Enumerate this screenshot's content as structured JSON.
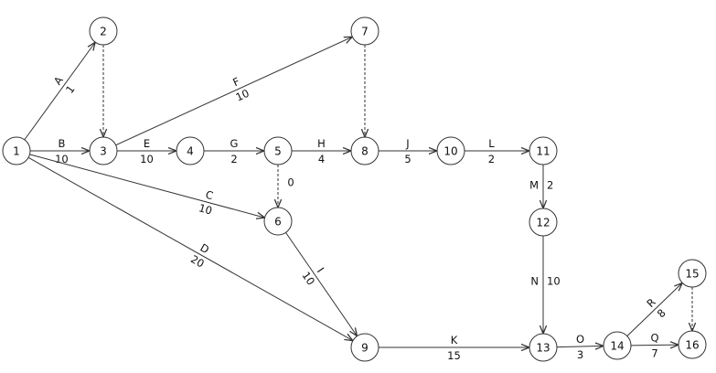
{
  "nodes": [
    {
      "id": "1",
      "label": "1"
    },
    {
      "id": "2",
      "label": "2"
    },
    {
      "id": "3",
      "label": "3"
    },
    {
      "id": "4",
      "label": "4"
    },
    {
      "id": "5",
      "label": "5"
    },
    {
      "id": "6",
      "label": "6"
    },
    {
      "id": "7",
      "label": "7"
    },
    {
      "id": "8",
      "label": "8"
    },
    {
      "id": "9",
      "label": "9"
    },
    {
      "id": "10",
      "label": "10"
    },
    {
      "id": "11",
      "label": "11"
    },
    {
      "id": "12",
      "label": "12"
    },
    {
      "id": "13",
      "label": "13"
    },
    {
      "id": "14",
      "label": "14"
    },
    {
      "id": "15",
      "label": "15"
    },
    {
      "id": "16",
      "label": "16"
    }
  ],
  "edges": [
    {
      "from": "1",
      "to": "2",
      "activity": "A",
      "duration": "1",
      "dashed": false
    },
    {
      "from": "1",
      "to": "3",
      "activity": "B",
      "duration": "10",
      "dashed": false
    },
    {
      "from": "1",
      "to": "6",
      "activity": "C",
      "duration": "10",
      "dashed": false
    },
    {
      "from": "1",
      "to": "9",
      "activity": "D",
      "duration": "20",
      "dashed": false
    },
    {
      "from": "2",
      "to": "3",
      "activity": "",
      "duration": "",
      "dashed": true
    },
    {
      "from": "3",
      "to": "4",
      "activity": "E",
      "duration": "10",
      "dashed": false
    },
    {
      "from": "3",
      "to": "7",
      "activity": "F",
      "duration": "10",
      "dashed": false
    },
    {
      "from": "4",
      "to": "5",
      "activity": "G",
      "duration": "2",
      "dashed": false
    },
    {
      "from": "5",
      "to": "8",
      "activity": "H",
      "duration": "4",
      "dashed": false
    },
    {
      "from": "5",
      "to": "6",
      "activity": "",
      "duration": "0",
      "dashed": true
    },
    {
      "from": "7",
      "to": "8",
      "activity": "",
      "duration": "",
      "dashed": true
    },
    {
      "from": "8",
      "to": "10",
      "activity": "J",
      "duration": "5",
      "dashed": false
    },
    {
      "from": "10",
      "to": "11",
      "activity": "L",
      "duration": "2",
      "dashed": false
    },
    {
      "from": "11",
      "to": "12",
      "activity": "M",
      "duration": "2",
      "dashed": false
    },
    {
      "from": "6",
      "to": "9",
      "activity": "I",
      "duration": "10",
      "dashed": false
    },
    {
      "from": "9",
      "to": "13",
      "activity": "K",
      "duration": "15",
      "dashed": false
    },
    {
      "from": "12",
      "to": "13",
      "activity": "N",
      "duration": "10",
      "dashed": false
    },
    {
      "from": "13",
      "to": "14",
      "activity": "O",
      "duration": "3",
      "dashed": false
    },
    {
      "from": "14",
      "to": "15",
      "activity": "R",
      "duration": "8",
      "dashed": false
    },
    {
      "from": "14",
      "to": "16",
      "activity": "Q",
      "duration": "7",
      "dashed": false
    },
    {
      "from": "15",
      "to": "16",
      "activity": "",
      "duration": "",
      "dashed": true
    }
  ]
}
